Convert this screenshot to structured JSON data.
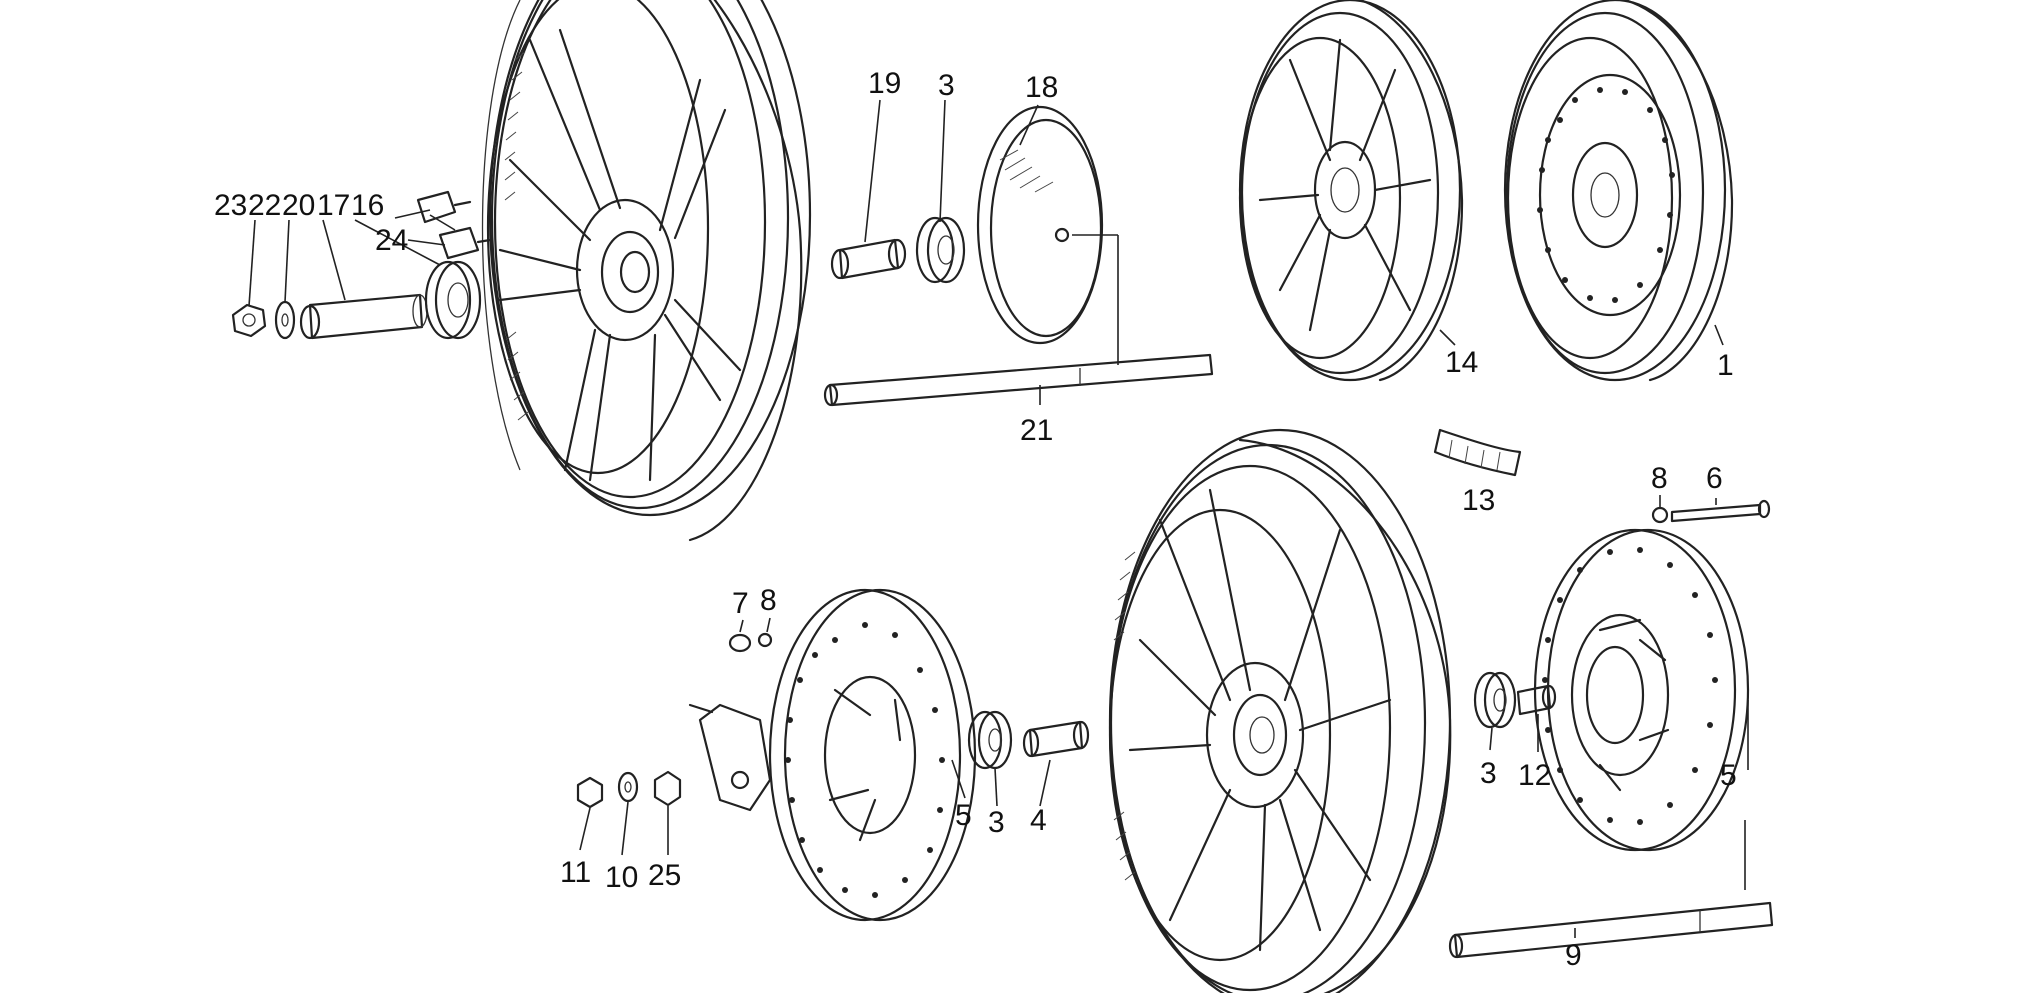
{
  "callouts": [
    {
      "id": "c23",
      "text": "23"
    },
    {
      "id": "c22",
      "text": "22"
    },
    {
      "id": "c20",
      "text": "20"
    },
    {
      "id": "c17",
      "text": "17"
    },
    {
      "id": "c16",
      "text": "16"
    },
    {
      "id": "c24",
      "text": "24"
    },
    {
      "id": "c19",
      "text": "19"
    },
    {
      "id": "c3a",
      "text": "3"
    },
    {
      "id": "c18",
      "text": "18"
    },
    {
      "id": "c21",
      "text": "21"
    },
    {
      "id": "c14",
      "text": "14"
    },
    {
      "id": "c1",
      "text": "1"
    },
    {
      "id": "c13",
      "text": "13"
    },
    {
      "id": "c8a",
      "text": "8"
    },
    {
      "id": "c6",
      "text": "6"
    },
    {
      "id": "c7",
      "text": "7"
    },
    {
      "id": "c8b",
      "text": "8"
    },
    {
      "id": "c5a",
      "text": "5"
    },
    {
      "id": "c3b",
      "text": "3"
    },
    {
      "id": "c4",
      "text": "4"
    },
    {
      "id": "c11",
      "text": "11"
    },
    {
      "id": "c10",
      "text": "10"
    },
    {
      "id": "c25",
      "text": "25"
    },
    {
      "id": "c3c",
      "text": "3"
    },
    {
      "id": "c12",
      "text": "12"
    },
    {
      "id": "c5b",
      "text": "5"
    },
    {
      "id": "c9",
      "text": "9"
    }
  ],
  "colors": {
    "ink": "#222222",
    "background": "#ffffff"
  }
}
